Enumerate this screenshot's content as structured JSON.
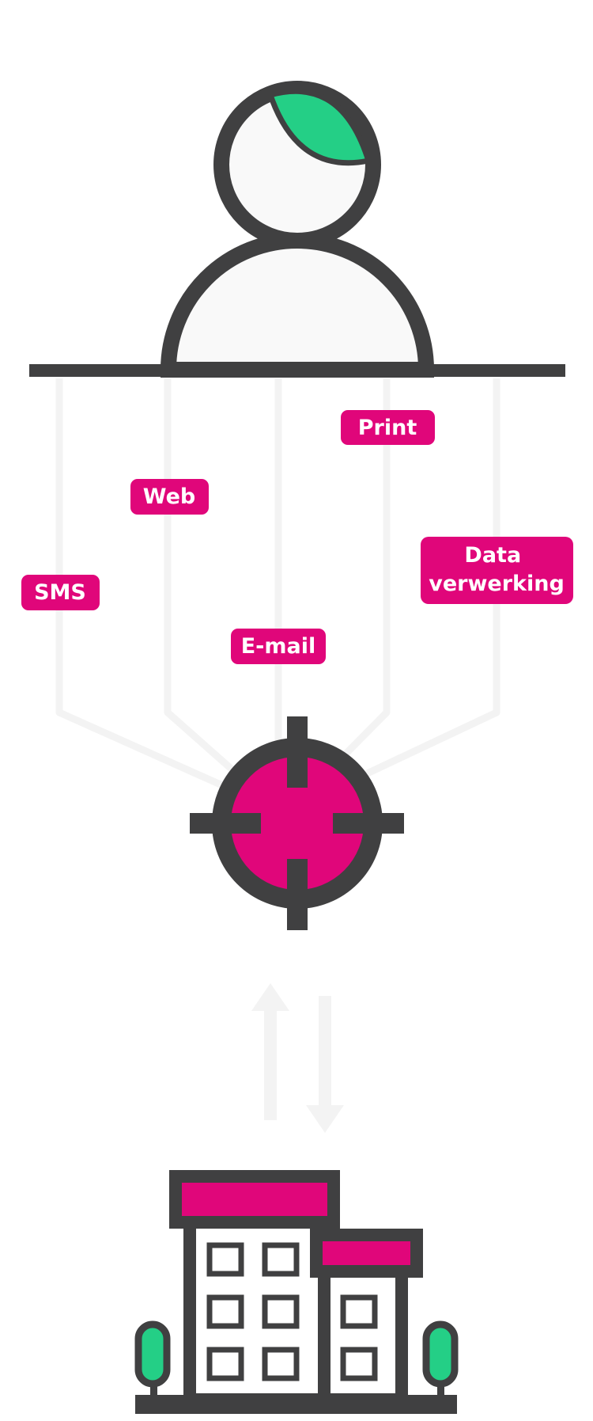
{
  "colors": {
    "outline": "#404041",
    "accent": "#e0067a",
    "green": "#24cf86",
    "fill": "#f9f9f9",
    "flow": "#f3f3f3"
  },
  "icons": {
    "top": "person-icon",
    "middle": "target-icon",
    "bottom": "building-icon"
  },
  "channels": [
    {
      "id": "print",
      "lines": [
        "Print"
      ]
    },
    {
      "id": "web",
      "lines": [
        "Web"
      ]
    },
    {
      "id": "data",
      "lines": [
        "Data",
        "verwerking"
      ]
    },
    {
      "id": "sms",
      "lines": [
        "SMS"
      ]
    },
    {
      "id": "email",
      "lines": [
        "E-mail"
      ]
    }
  ]
}
